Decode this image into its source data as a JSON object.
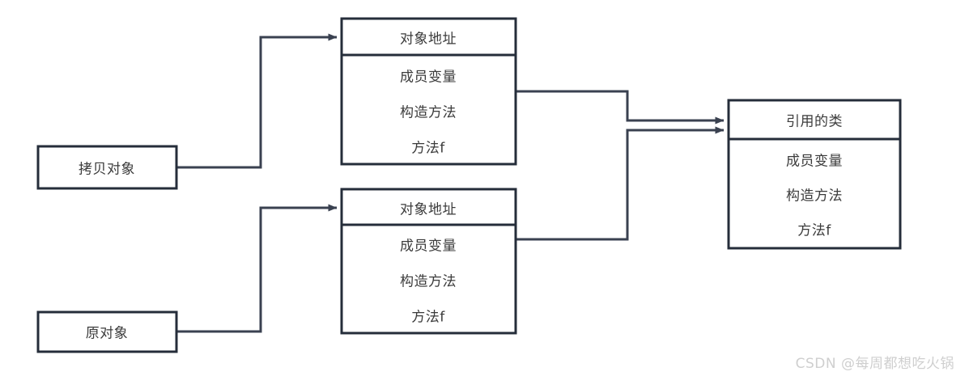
{
  "diagram": {
    "title": "object-copy-reference-diagram",
    "colors": {
      "box_stroke": "#252d3a",
      "connector_stroke": "#3a4150",
      "text": "#3b3b3b",
      "background": "#ffffff",
      "watermark": "#cfcfcf"
    },
    "nodes": {
      "copy_object": {
        "label": "拷贝对象"
      },
      "original_object": {
        "label": "原对象"
      },
      "copy_instance": {
        "header": "对象地址",
        "rows": [
          "成员变量",
          "构造方法",
          "方法f"
        ]
      },
      "original_instance": {
        "header": "对象地址",
        "rows": [
          "成员变量",
          "构造方法",
          "方法f"
        ]
      },
      "referenced_class": {
        "header": "引用的类",
        "rows": [
          "成员变量",
          "构造方法",
          "方法f"
        ]
      }
    },
    "connectors": [
      {
        "name": "copy-object-to-copy-instance",
        "from": "copy_object",
        "to": "copy_instance",
        "arrow": true
      },
      {
        "name": "original-object-to-original-instance",
        "from": "original_object",
        "to": "original_instance",
        "arrow": true
      },
      {
        "name": "copy-instance-to-referenced-class",
        "from": "copy_instance",
        "to": "referenced_class",
        "arrow": true
      },
      {
        "name": "original-instance-to-referenced-class",
        "from": "original_instance",
        "to": "referenced_class",
        "arrow": true
      }
    ]
  },
  "watermark": {
    "text": "CSDN @每周都想吃火锅"
  }
}
